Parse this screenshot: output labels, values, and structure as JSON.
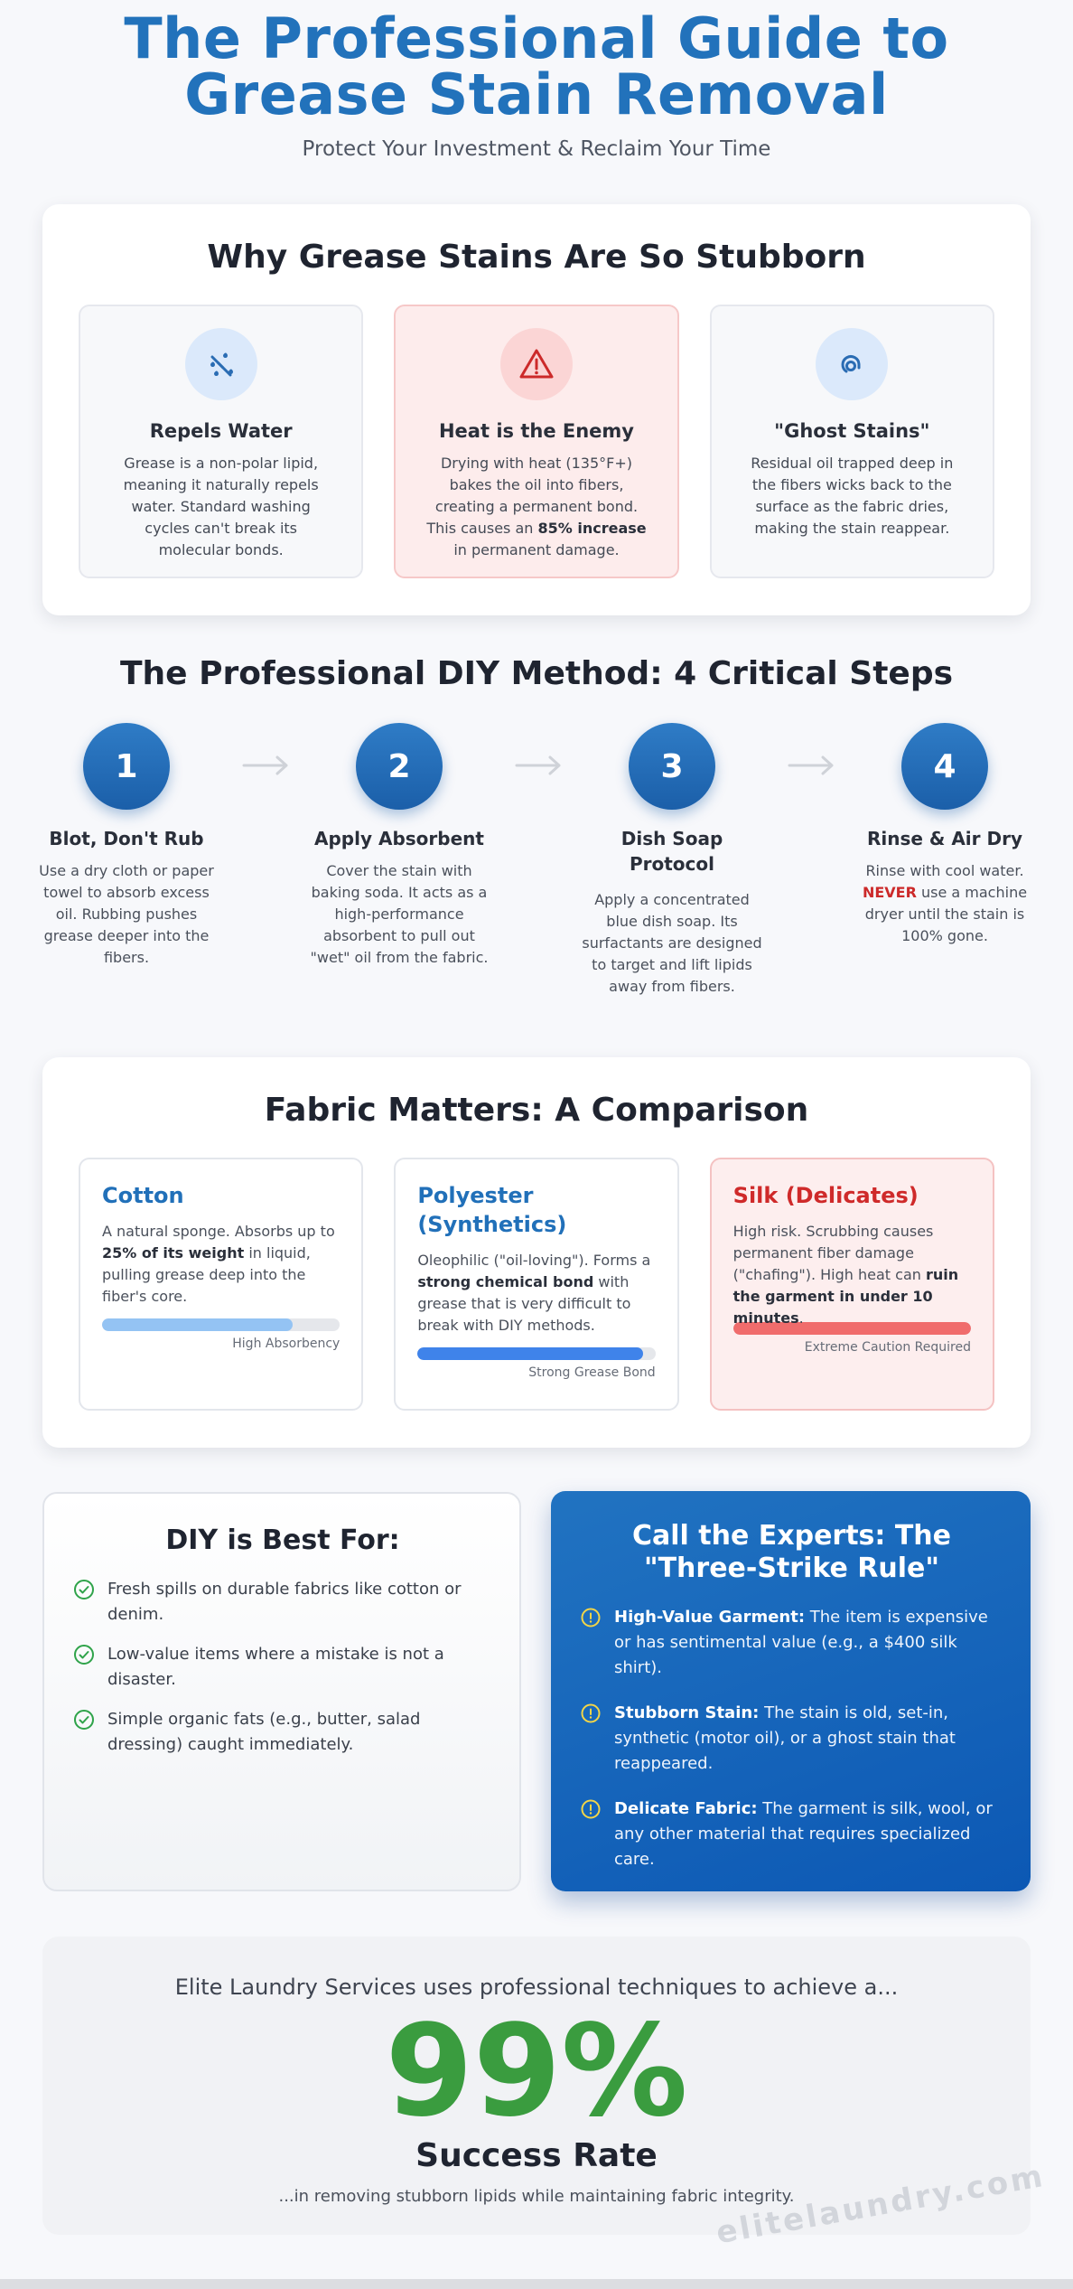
{
  "hero": {
    "title_line1": "The Professional Guide to",
    "title_line2": "Grease Stain Removal",
    "subtitle": "Protect Your Investment & Reclaim Your Time"
  },
  "why": {
    "title": "Why Grease Stains Are So Stubborn",
    "boxes": [
      {
        "icon": "water-drops-icon",
        "heading": "Repels Water",
        "text": "Grease is a non-polar lipid, meaning it naturally repels water. Standard washing cycles can't break its molecular bonds."
      },
      {
        "icon": "warning-icon",
        "heading": "Heat is the Enemy",
        "text_a": "Drying with heat (135°F+) bakes the oil into fibers, creating a permanent bond. This causes an ",
        "text_bold": "85% increase",
        "text_b": " in permanent damage."
      },
      {
        "icon": "ghost-swirl-icon",
        "heading": "\"Ghost Stains\"",
        "text": "Residual oil trapped deep in the fibers wicks back to the surface as the fabric dries, making the stain reappear."
      }
    ]
  },
  "steps": {
    "title": "The Professional DIY Method: 4 Critical Steps",
    "items": [
      {
        "num": "1",
        "heading": "Blot, Don't Rub",
        "text": "Use a dry cloth or paper towel to absorb excess oil. Rubbing pushes grease deeper into the fibers."
      },
      {
        "num": "2",
        "heading": "Apply Absorbent",
        "text": "Cover the stain with baking soda. It acts as a high-performance absorbent to pull out \"wet\" oil from the fabric."
      },
      {
        "num": "3",
        "heading": "Dish Soap Protocol",
        "text": "Apply a concentrated blue dish soap. Its surfactants are designed to target and lift lipids away from fibers."
      },
      {
        "num": "4",
        "heading": "Rinse & Air Dry",
        "text_a": "Rinse with cool water. ",
        "text_bold": "NEVER",
        "text_b": " use a machine dryer until the stain is 100% gone."
      }
    ]
  },
  "fabric": {
    "title": "Fabric Matters: A Comparison",
    "boxes": [
      {
        "heading": "Cotton",
        "text_a": "A natural sponge. Absorbs up to ",
        "text_bold": "25% of its weight",
        "text_b": " in liquid, pulling grease deep into the fiber's core.",
        "bar_value": 0.8,
        "bar_color": "#94c3f3",
        "bar_label": "High Absorbency"
      },
      {
        "heading": "Polyester (Synthetics)",
        "text_a": "Oleophilic (\"oil-loving\"). Forms a ",
        "text_bold": "strong chemical bond",
        "text_b": " with grease that is very difficult to break with DIY methods.",
        "bar_value": 0.95,
        "bar_color": "#3f83ea",
        "bar_label": "Strong Grease Bond"
      },
      {
        "heading": "Silk (Delicates)",
        "text_a": "High risk. Scrubbing causes permanent fiber damage (\"chafing\"). High heat can ",
        "text_bold": "ruin the garment in under 10 minutes",
        "text_b": ".",
        "bar_value": 1.0,
        "bar_color": "#f06c6c",
        "bar_label": "Extreme Caution Required"
      }
    ]
  },
  "diy": {
    "title": "DIY is Best For:",
    "items": [
      "Fresh spills on durable fabrics like cotton or denim.",
      "Low-value items where a mistake is not a disaster.",
      "Simple organic fats (e.g., butter, salad dressing) caught immediately."
    ]
  },
  "experts": {
    "title_line1": "Call the Experts: The",
    "title_line2": "\"Three-Strike Rule\"",
    "items": [
      {
        "bold": "High-Value Garment:",
        "text": " The item is expensive or has sentimental value (e.g., a $400 silk shirt)."
      },
      {
        "bold": "Stubborn Stain:",
        "text": " The stain is old, set-in, synthetic (motor oil), or a ghost stain that reappeared."
      },
      {
        "bold": "Delicate Fabric:",
        "text": " The garment is silk, wool, or any other material that requires specialized care."
      }
    ]
  },
  "footer": {
    "lead": "Elite Laundry Services uses professional techniques to achieve a...",
    "big": "99%",
    "rate": "Success Rate",
    "tail": "...in removing stubborn lipids while maintaining fabric integrity.",
    "watermark": "elitelaundry.com"
  },
  "colors": {
    "primary_blue": "#2272bb",
    "danger_red": "#cf2a2a",
    "success_green": "#3a9c3f"
  }
}
